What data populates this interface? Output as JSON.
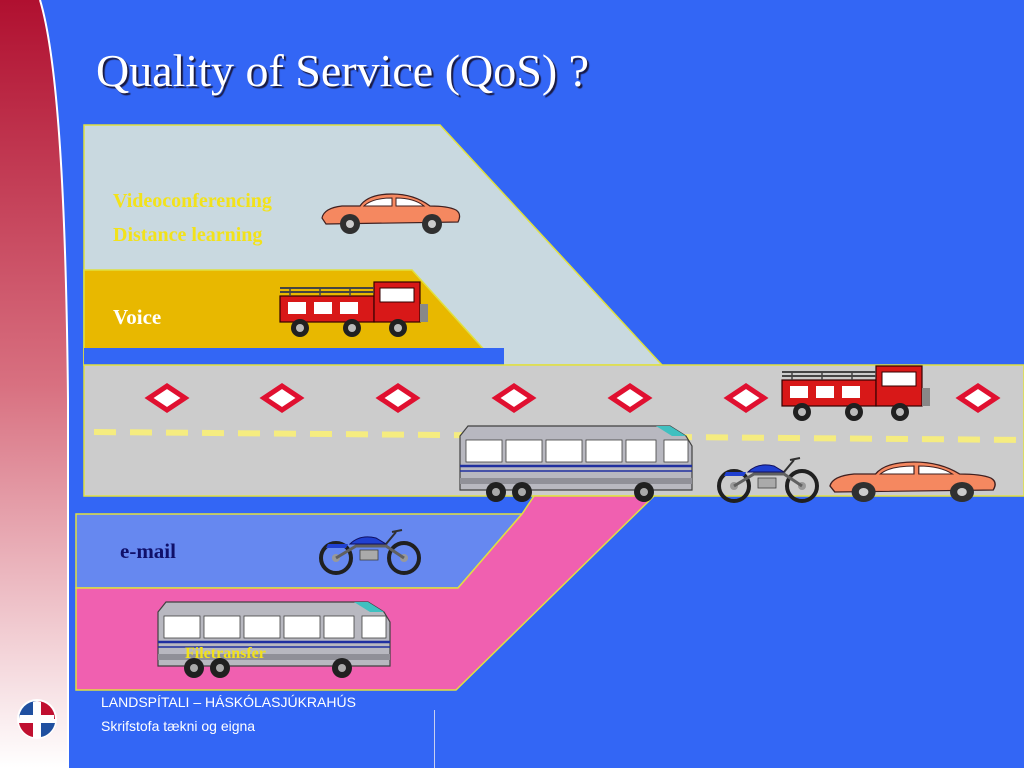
{
  "slide": {
    "title": "Quality of Service (QoS) ?"
  },
  "lanes": {
    "video_line1": "Videoconferencing",
    "video_line2": "Distance learning",
    "voice": "Voice",
    "email": "e-mail",
    "file_transfer": "Filetransfer"
  },
  "footer": {
    "line1": "LANDSPÍTALI – HÁSKÓLASJÚKRAHÚS",
    "line2": "Skrifstofa tækni og eigna"
  },
  "colors": {
    "background": "#3366f5",
    "video_lane": "#c9d9e0",
    "voice_lane": "#e8b800",
    "road": "#cccccc",
    "email_lane": "#6688f0",
    "file_lane": "#f060b0",
    "diamond": "#e01030",
    "lane_marking": "#f5ec80"
  },
  "icons": [
    "car-icon",
    "fire-truck-icon",
    "bus-icon",
    "motorcycle-icon",
    "hospital-logo-icon"
  ]
}
